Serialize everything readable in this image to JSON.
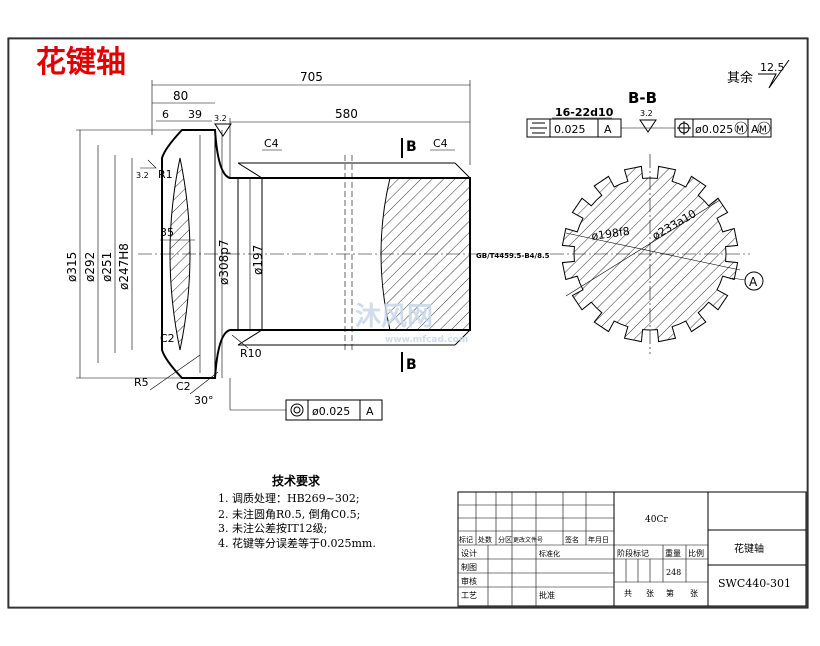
{
  "title": "花键轴",
  "roughness": {
    "other_label": "其余",
    "other_value": "12.5",
    "face_value": "3.2",
    "bore_value": "3.2",
    "spline_value": "3.2"
  },
  "dims": {
    "total_length": "705",
    "flange_length": "80",
    "shaft_length": "580",
    "d6": "6",
    "d39": "39",
    "d35": "35",
    "dia315": "ø315",
    "dia292": "ø292",
    "dia251": "ø251",
    "dia247": "ø247H8",
    "dia308": "ø308p7",
    "dia197": "ø197",
    "chamfer_c4a": "C4",
    "chamfer_c4b": "C4",
    "chamfer_c2a": "C2",
    "chamfer_c2b": "C2",
    "r1": "R1",
    "r5": "R5",
    "r10": "R10",
    "angle30": "30°",
    "section_b_top": "B",
    "section_b_bottom": "B",
    "spline_std": "GB/T4459.5-B4/8.5"
  },
  "section": {
    "label": "B-B",
    "spline_spec": "16-22d10",
    "sym_value": "0.025",
    "sym_ref": "A",
    "pos_value": "ø0.025",
    "pos_mod": "M",
    "pos_ref": "A",
    "pos_ref_mod": "M",
    "dia198": "ø198f8",
    "dia233": "ø233a10",
    "datum": "A"
  },
  "runout": {
    "value": "ø0.025",
    "ref": "A"
  },
  "watermark": {
    "brand": "沐风网",
    "url": "www.mfcad.com"
  },
  "requirements": {
    "heading": "技术要求",
    "items": [
      "1. 调质处理：HB269~302;",
      "2. 未注圆角R0.5, 倒角C0.5;",
      "3. 未注公差按IT12级;",
      "4. 花键等分误差等于0.025mm."
    ]
  },
  "titleblock": {
    "material": "40Cr",
    "part_name": "花键轴",
    "drawing_no": "SWC440-301",
    "scale_value": "248",
    "h_mark": "标记",
    "h_qty": "处数",
    "h_zone": "分区",
    "h_change": "更改文件号",
    "h_sign": "签名",
    "h_date": "年月日",
    "design": "设计",
    "standardize": "标准化",
    "draw": "制图",
    "review": "审核",
    "process": "工艺",
    "approve": "批准",
    "stage_mark": "阶段标记",
    "weight": "重量",
    "ratio": "比例",
    "total": "共",
    "sheets": "张",
    "page": "第",
    "sheet2": "张"
  }
}
